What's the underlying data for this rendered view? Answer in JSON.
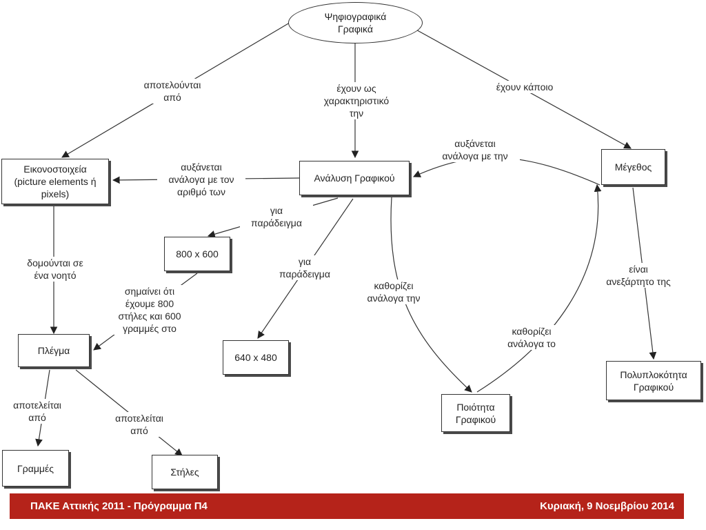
{
  "nodes": {
    "root": "Ψηφιογραφικά\nΓραφικά",
    "pixels": "Εικονοστοιχεία\n(picture elements ή\npixels)",
    "resolution": "Ανάλυση Γραφικού",
    "size": "Μέγεθος",
    "res_800": "800 x 600",
    "res_640": "640 x 480",
    "grid": "Πλέγμα",
    "rows": "Γραμμές",
    "columns": "Στήλες",
    "quality": "Ποιότητα\nΓραφικού",
    "complexity": "Πολυπλοκότητα\nΓραφικού"
  },
  "labels": {
    "consist_of": "αποτελούνται\nαπό",
    "have_characteristic": "έχουν ως\nχαρακτηριστικό\nτην",
    "have_some": "έχουν κάποιο",
    "increases_by_number": "αυξάνεται\nανάλογα με τον\nαριθμό των",
    "increases_by_res": "αυξάνεται\nανάλογα με την",
    "example_1": "για\nπαράδειγμα",
    "example_2": "για\nπαράδειγμα",
    "structured_in": "δομούνται σε\nένα νοητό",
    "means_that": "σημαίνει ότι\nέχουμε 800\nστήλες και 600\nγραμμές στο",
    "determines_by_res": "καθορίζει\nανάλογα την",
    "determines_by_size": "καθορίζει\nανάλογα το",
    "independent": "είναι\nανεξάρτητο της",
    "consists_rows": "αποτελείται\nαπό",
    "consists_cols": "αποτελείται\nαπό"
  },
  "footer": {
    "left": "ΠΑΚΕ Αττικής 2011 - Πρόγραμμα Π4",
    "right": "Κυριακή, 9 Νοεμβρίου 2014"
  },
  "colors": {
    "footer_bg": "#b5231a",
    "edge": "#333333"
  }
}
